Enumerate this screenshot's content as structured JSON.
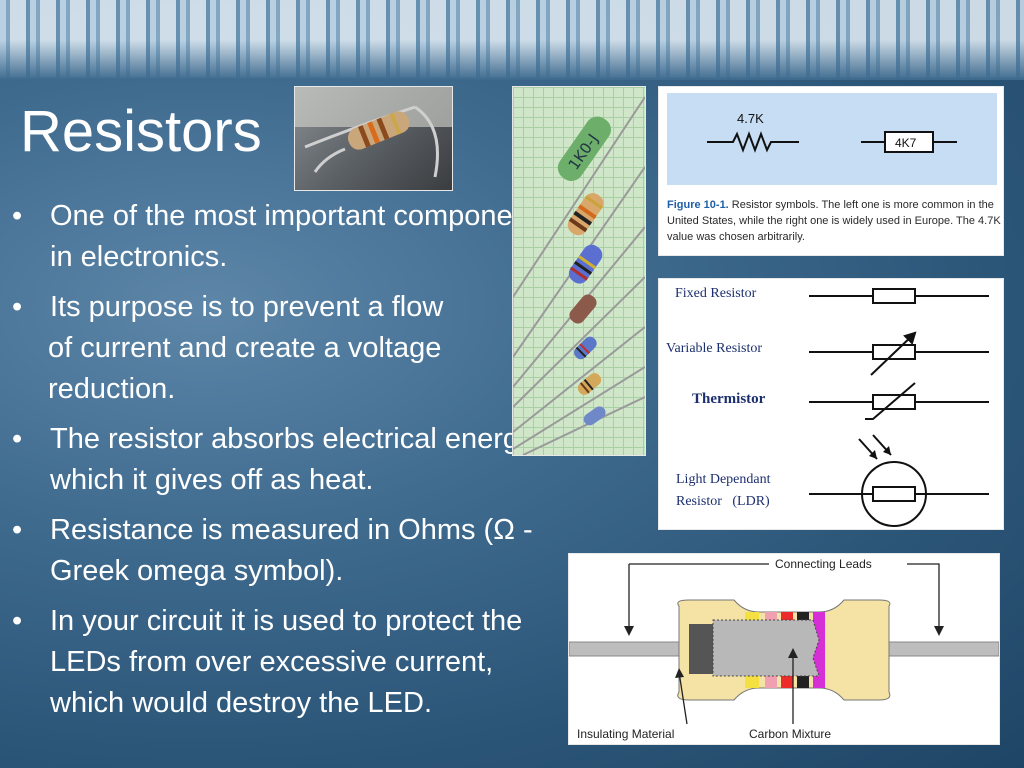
{
  "slide": {
    "title": "Resistors",
    "bullets": [
      {
        "text": "One of the most important components in electronics.",
        "bullet": true
      },
      {
        "text": "Its purpose is to prevent a flow",
        "bullet": true
      },
      {
        "text": "of current and create a voltage reduction.",
        "bullet": false
      },
      {
        "text": "The resistor absorbs electrical energy, which it gives off as heat.",
        "bullet": true
      },
      {
        "text": "Resistance is measured in Ohms (Ω - Greek omega symbol).",
        "bullet": true
      },
      {
        "text": "In your circuit it is used to protect the LEDs from over excessive current, which would destroy the LED.",
        "bullet": true
      }
    ],
    "bullet_char": "•"
  },
  "figure1": {
    "us_label": "4.7K",
    "eu_label": "4K7",
    "caption_lead": "Figure 10-1.",
    "caption_text": " Resistor symbols. The left one is more common in the United States, while the right one is widely used in Europe. The 4.7K value was chosen arbitrarily."
  },
  "symbols": {
    "fixed": "Fixed Resistor",
    "variable": "Variable Resistor",
    "thermistor": "Thermistor",
    "ldr_line1": "Light Dependant",
    "ldr_line2": "Resistor   (LDR)"
  },
  "diagram": {
    "leads": "Connecting Leads",
    "insulating": "Insulating Material",
    "carbon": "Carbon Mixture"
  },
  "resistor_photo": {
    "body_print": "1K0-J"
  },
  "colors": {
    "background": "#3f6b8f",
    "text": "#ffffff",
    "figure_blue": "#c7ddf3",
    "symbol_text": "#1c2f6f"
  }
}
